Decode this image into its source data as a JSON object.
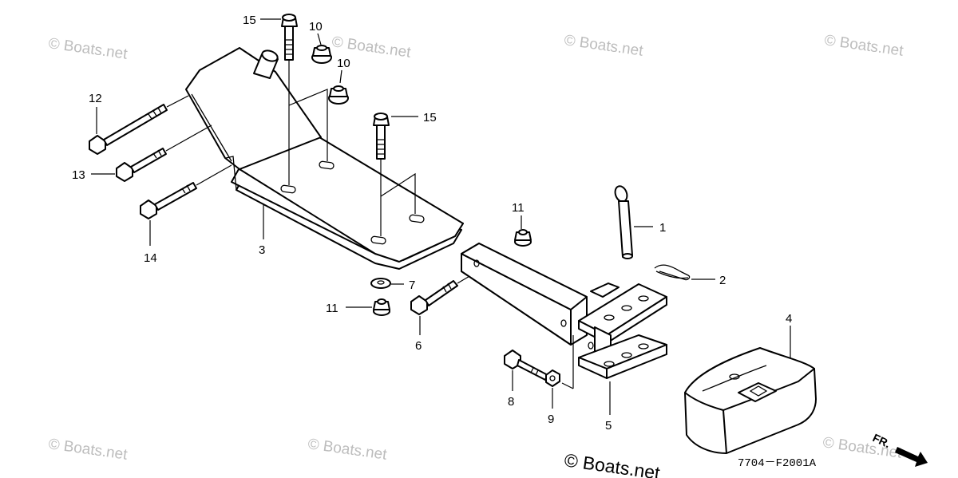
{
  "watermark": "© Boats.net",
  "copyright": "© Boats.net",
  "diagram_code": "7704－F2001A",
  "direction_label": "FR.",
  "callouts": {
    "p1": "1",
    "p2": "2",
    "p3": "3",
    "p4": "4",
    "p5": "5",
    "p6": "6",
    "p7": "7",
    "p8": "8",
    "p9": "9",
    "p10a": "10",
    "p10b": "10",
    "p11a": "11",
    "p11b": "11",
    "p12": "12",
    "p13": "13",
    "p14": "14",
    "p15a": "15",
    "p15b": "15"
  }
}
